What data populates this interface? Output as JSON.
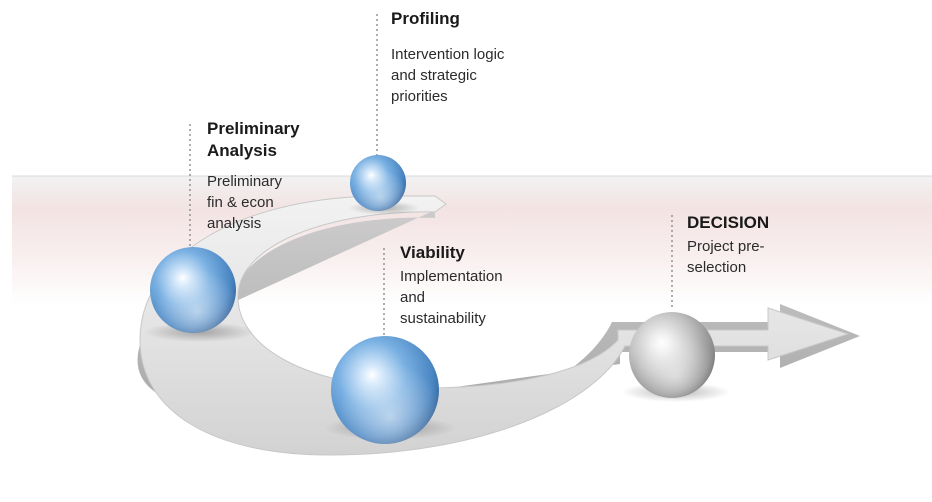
{
  "stages": [
    {
      "id": "profiling",
      "title": "Profiling",
      "description_lines": [
        "Intervention logic",
        "and strategic",
        "priorities"
      ],
      "sphere_color": "blue"
    },
    {
      "id": "preliminary-analysis",
      "title_lines": [
        "Preliminary",
        "Analysis"
      ],
      "description_lines": [
        "Preliminary",
        "fin & econ",
        "analysis"
      ],
      "sphere_color": "blue"
    },
    {
      "id": "viability",
      "title": "Viability",
      "description_lines": [
        "Implementation",
        "and",
        "sustainability"
      ],
      "sphere_color": "blue"
    },
    {
      "id": "decision",
      "title": "DECISION",
      "description_lines": [
        "Project pre-",
        "selection"
      ],
      "sphere_color": "silver"
    }
  ],
  "colors": {
    "sphere_blue": "#6fa8dc",
    "sphere_silver": "#c8c8c8",
    "band_tint": "#f0dcdc",
    "arrow_surface": "#e6e6e6",
    "leader_line": "#8c8c8c"
  }
}
